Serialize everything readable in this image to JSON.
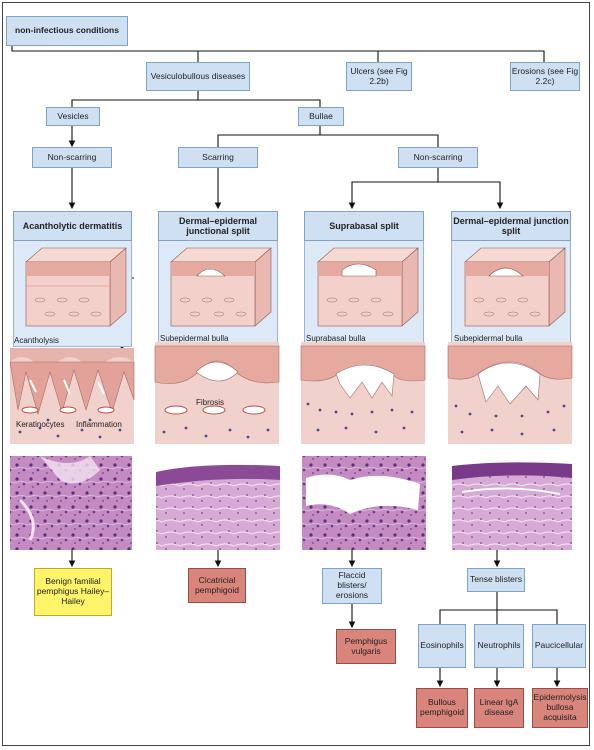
{
  "root": "non-infectious conditions",
  "level1": {
    "vesiculobullous": "Vesiculobullous diseases",
    "ulcers": "Ulcers (see Fig 2.2b)",
    "erosions": "Erosions (see Fig 2.2c)"
  },
  "level2": {
    "vesicles": "Vesicles",
    "bullae": "Bullae"
  },
  "level3": {
    "nonscarring_left": "Non-scarring",
    "scarring": "Scarring",
    "nonscarring_right": "Non-scarring"
  },
  "panels": [
    {
      "title": "Acantholytic dermatitis",
      "labels": [
        "Acantholysis",
        "Keratinocytes",
        "Inflammation"
      ],
      "outcome": "Benign familial pemphigus Hailey–Hailey"
    },
    {
      "title": "Dermal–epidermal junctional split",
      "labels": [
        "Subepidermal bulla",
        "Fibrosis"
      ],
      "outcome": "Cicatricial pemphigoid"
    },
    {
      "title": "Suprabasal split",
      "labels": [
        "Suprabasal bulla"
      ],
      "outcome": "Flaccid blisters/ erosions"
    },
    {
      "title": "Dermal–epidermal junction split",
      "labels": [
        "Subepidermal bulla"
      ],
      "outcome": "Tense blisters"
    }
  ],
  "flaccid_result": "Pemphigus vulgaris",
  "tense_children": [
    {
      "label": "Eosinophils",
      "result": "Bullous pemphigoid"
    },
    {
      "label": "Neutrophils",
      "result": "Linear IgA disease"
    },
    {
      "label": "Paucicellular",
      "result": "Epidermolysis bullosa acquisita"
    }
  ],
  "colors": {
    "box_blue": "#cfe0f3",
    "panel_blue": "#dde9f6",
    "outcome_yellow": "#fff46a",
    "outcome_red": "#d9857b",
    "tissue_pink": "#f1cfc8",
    "histology_purple": "#b77fb8"
  }
}
